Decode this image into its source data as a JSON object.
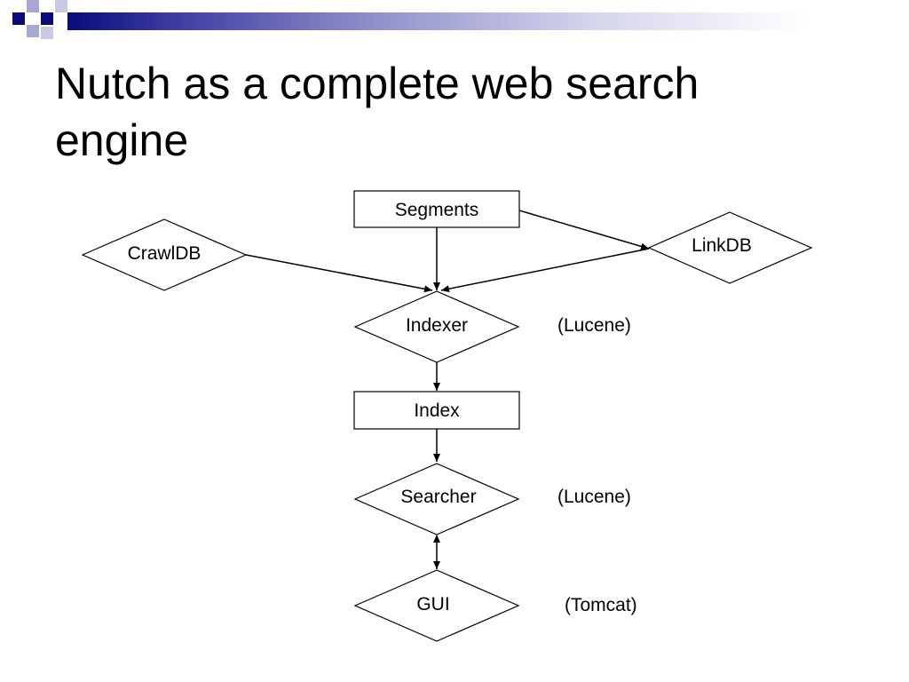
{
  "slide": {
    "title_line1": "Nutch as a complete web search",
    "title_line2": "engine"
  },
  "theme": {
    "accent_dark": "#0b0b7a",
    "accent_light": "#8c8cc8",
    "stroke": "#000000"
  },
  "diagram": {
    "nodes": {
      "segments": "Segments",
      "crawldb": "CrawlDB",
      "linkdb": "LinkDB",
      "indexer": "Indexer",
      "index": "Index",
      "searcher": "Searcher",
      "gui": "GUI"
    },
    "notes": {
      "indexer": "(Lucene)",
      "searcher": "(Lucene)",
      "gui": "(Tomcat)"
    },
    "edges": [
      {
        "from": "Segments",
        "to": "Indexer"
      },
      {
        "from": "Segments",
        "to": "LinkDB"
      },
      {
        "from": "CrawlDB",
        "to": "Indexer"
      },
      {
        "from": "LinkDB",
        "to": "Indexer"
      },
      {
        "from": "Indexer",
        "to": "Index"
      },
      {
        "from": "Index",
        "to": "Searcher"
      },
      {
        "from": "Searcher",
        "to": "GUI",
        "bidirectional": true
      }
    ]
  }
}
